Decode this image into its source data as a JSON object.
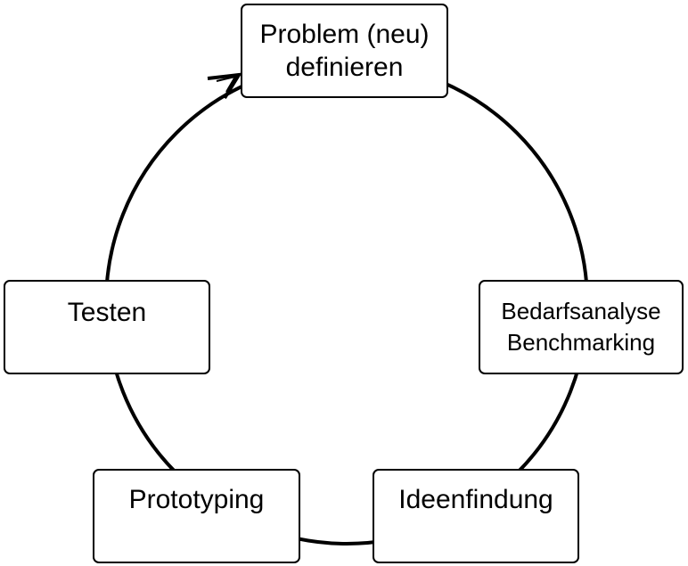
{
  "steps": {
    "problem": {
      "line1": "Problem (neu)",
      "line2": "definieren"
    },
    "bedarf": {
      "line1": "Bedarfsanalyse",
      "line2": "Benchmarking"
    },
    "ideen": {
      "label": "Ideenfindung"
    },
    "proto": {
      "label": "Prototyping"
    },
    "testen": {
      "label": "Testen"
    }
  },
  "colors": {
    "stroke": "#000000",
    "box_fill": "#ffffff"
  },
  "arrow": {
    "direction": "clockwise",
    "from": "Testen",
    "to": "Problem (neu) definieren"
  }
}
